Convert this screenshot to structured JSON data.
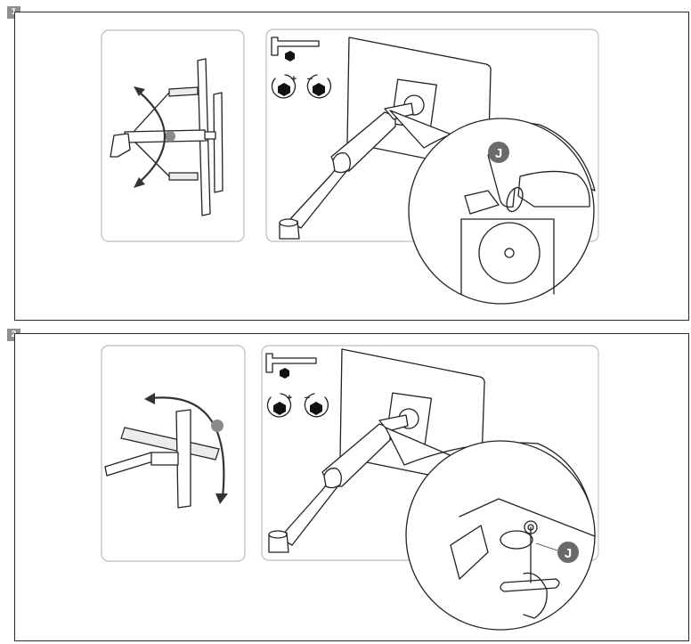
{
  "steps": [
    {
      "number": "1",
      "tool_icon": "hex-key-icon",
      "rotate_icons": [
        "rotate-clockwise-increase-icon",
        "rotate-counterclockwise-decrease-icon"
      ],
      "rotate_signs": [
        "+",
        "−"
      ],
      "callout_label": "J"
    },
    {
      "number": "2",
      "tool_icon": "hex-key-icon",
      "rotate_icons": [
        "rotate-clockwise-increase-icon",
        "rotate-counterclockwise-decrease-icon"
      ],
      "rotate_signs": [
        "+",
        "−"
      ],
      "callout_label": "J"
    }
  ]
}
